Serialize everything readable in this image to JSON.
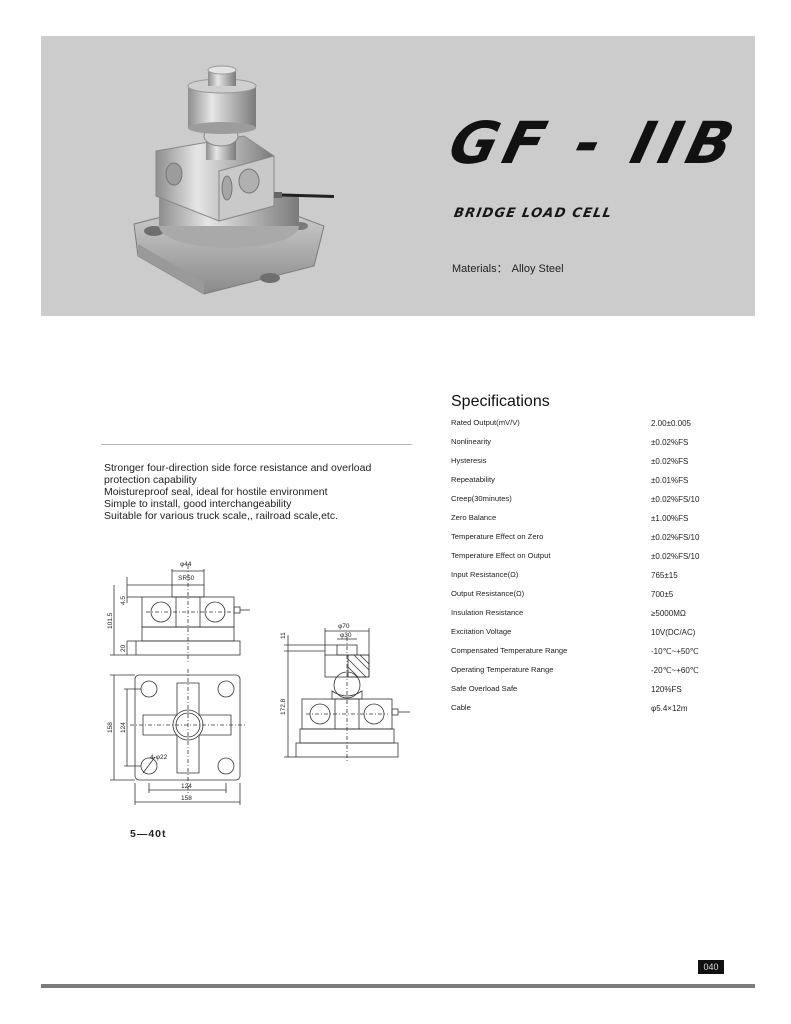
{
  "header": {
    "model": "GF - IIB",
    "product_type": "BRIDGE LOAD CELL",
    "materials_label": "Materials：",
    "materials_value": "Alloy Steel",
    "banner_color": "#cccccc"
  },
  "features": [
    "Stronger four-direction side force resistance and overload protection capability",
    "Moistureproof seal, ideal for hostile environment",
    "Simple to install, good interchangeability",
    "Suitable for various truck scale,, railroad scale,etc."
  ],
  "specifications": {
    "title": "Specifications",
    "rows": [
      {
        "label": "Rated Output(mV/V)",
        "value": "2.00±0.005"
      },
      {
        "label": "Nonlinearity",
        "value": "±0.02%FS"
      },
      {
        "label": "Hysteresis",
        "value": "±0.02%FS"
      },
      {
        "label": "Repeatability",
        "value": "±0.01%FS"
      },
      {
        "label": "Creep(30minutes)",
        "value": "±0.02%FS/10"
      },
      {
        "label": "Zero Balance",
        "value": "±1.00%FS"
      },
      {
        "label": "Temperature Effect on Zero",
        "value": "±0.02%FS/10"
      },
      {
        "label": "Temperature Effect on Output",
        "value": "±0.02%FS/10"
      },
      {
        "label": "Input Resistance(Ω)",
        "value": "765±15"
      },
      {
        "label": "Output Resistance(Ω)",
        "value": "700±5"
      },
      {
        "label": "Insulation Resistance",
        "value": "≥5000MΩ"
      },
      {
        "label": "Excitation Voltage",
        "value": "10V(DC/AC)"
      },
      {
        "label": "Compensated Temperature Range",
        "value": "-10℃~+50℃"
      },
      {
        "label": "Operating Temperature Range",
        "value": "-20℃~+60℃"
      },
      {
        "label": "Safe Overload Safe",
        "value": "120%FS"
      },
      {
        "label": "Cable",
        "value": "φ5.4×12m"
      }
    ]
  },
  "drawing": {
    "front_view": {
      "top_dia": "φ44",
      "sphere": "SR50",
      "dim_top": "4.5",
      "height": "101.5",
      "base": "20"
    },
    "top_view": {
      "outer_h": "158",
      "inner_h": "124",
      "holes": "4-φ22",
      "inner_w": "124",
      "outer_w": "158"
    },
    "side_view": {
      "outer_dia": "φ70",
      "inner_dia": "φ30",
      "top_gap": "11",
      "height": "172.8"
    },
    "capacity": "5—40t"
  },
  "footer": {
    "page_number": "040"
  }
}
